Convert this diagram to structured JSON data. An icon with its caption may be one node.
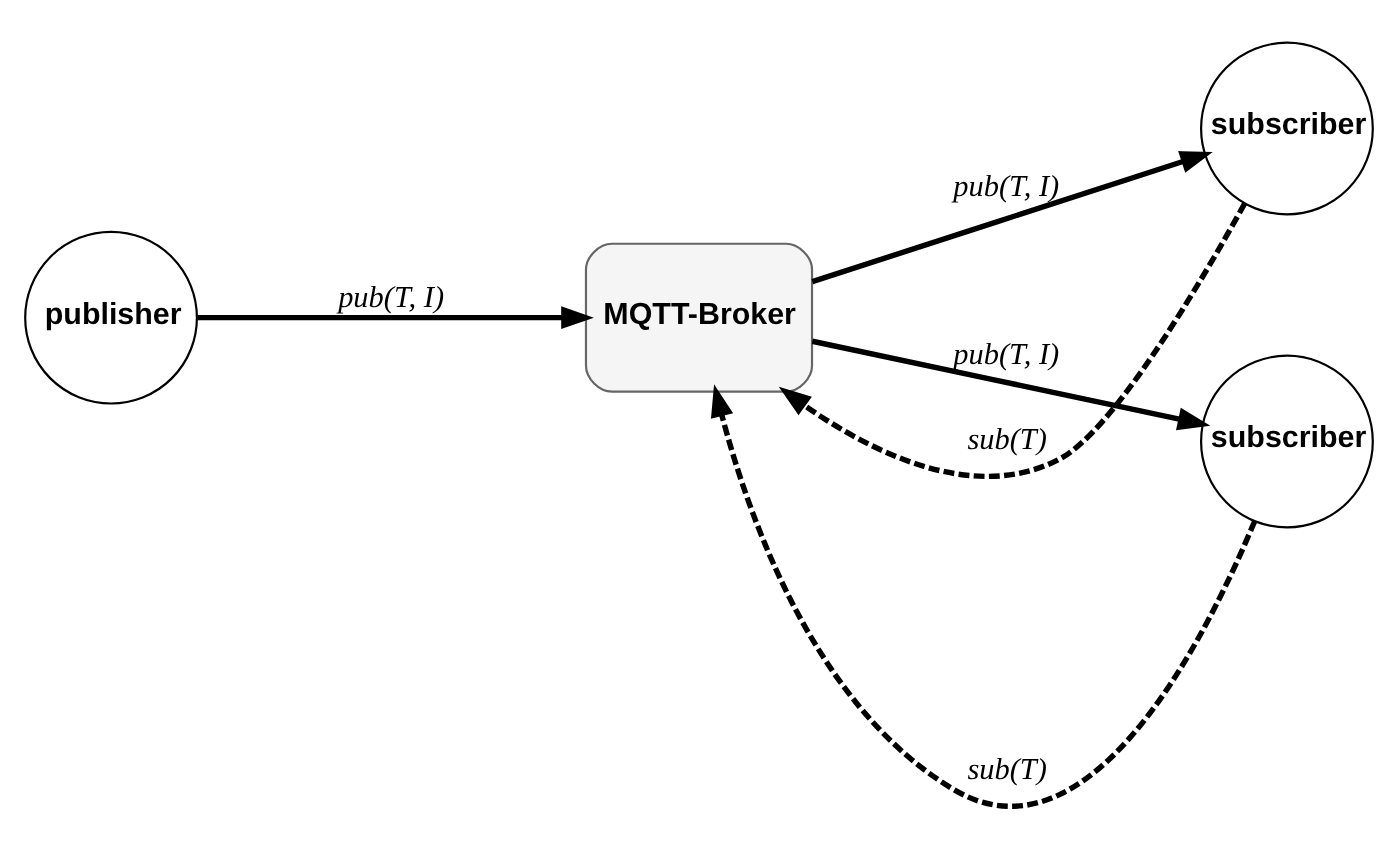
{
  "diagram": {
    "nodes": [
      {
        "text": [
          "publisher"
        ]
      },
      {
        "text": [
          "MQTT-Broker"
        ]
      },
      {
        "text": [
          "subscriber"
        ]
      },
      {
        "text": [
          "subscriber"
        ]
      }
    ],
    "edges": [
      {
        "from": 0,
        "to": 1,
        "arrow": "to",
        "label": "pub(T, I)"
      },
      {
        "from": 2,
        "to": 1,
        "arrow": "to",
        "label": "sub(T)",
        "style": "dashed"
      },
      {
        "from": 1,
        "to": 2,
        "arrow": "to",
        "label": "pub(T, I)"
      },
      {
        "from": 1,
        "to": 3,
        "arrow": "to",
        "label": "pub(T, I)"
      },
      {
        "from": 3,
        "to": 1,
        "arrow": "to",
        "label": "sub(T)",
        "style": "dashed"
      }
    ]
  }
}
